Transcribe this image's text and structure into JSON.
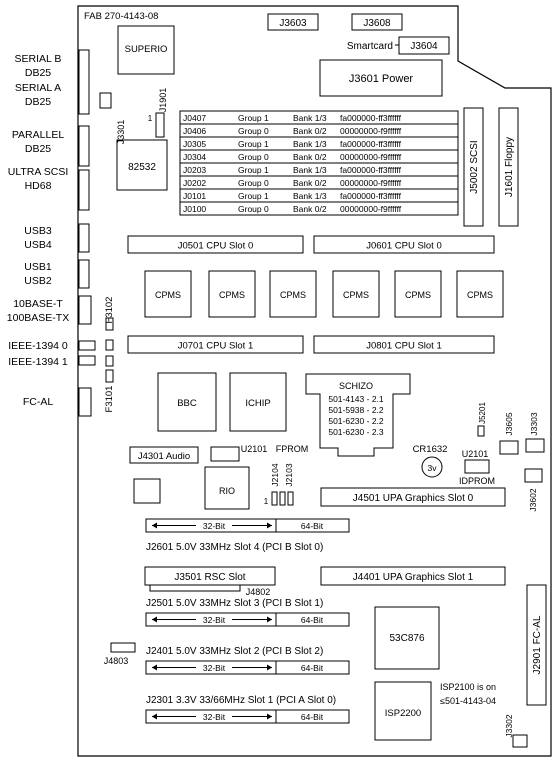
{
  "board": {
    "fab_label": "FAB 270-4143-08"
  },
  "side_labels": [
    {
      "id": "serial-b",
      "lines": [
        "SERIAL B",
        "DB25"
      ]
    },
    {
      "id": "serial-a",
      "lines": [
        "SERIAL A",
        "DB25"
      ]
    },
    {
      "id": "parallel",
      "lines": [
        "PARALLEL",
        "DB25"
      ]
    },
    {
      "id": "ultra-scsi",
      "lines": [
        "ULTRA SCSI",
        "HD68"
      ]
    },
    {
      "id": "usb34",
      "lines": [
        "USB3",
        "USB4"
      ]
    },
    {
      "id": "usb12",
      "lines": [
        "USB1",
        "USB2"
      ]
    },
    {
      "id": "ethernet",
      "lines": [
        "10BASE-T",
        "100BASE-TX"
      ]
    },
    {
      "id": "ieee0",
      "lines": [
        "IEEE-1394 0"
      ]
    },
    {
      "id": "ieee1",
      "lines": [
        "IEEE-1394 1"
      ]
    },
    {
      "id": "fcal",
      "lines": [
        "FC-AL"
      ]
    }
  ],
  "connectors": {
    "j3603": "J3603",
    "j3608": "J3608",
    "smartcard": "Smartcard",
    "j3604": "J3604",
    "superio": "SUPERIO",
    "j3601": "J3601 Power",
    "j3301": "J3301",
    "j1901": "J1901",
    "j1901_pin": "1",
    "chip_82532": "82532",
    "j5002": "J5002 SCSI",
    "j1601": "J1601 Floppy",
    "f3102": "F3102",
    "f3101": "F3101",
    "bbc": "BBC",
    "ichip": "ICHIP",
    "j4301": "J4301 Audio",
    "u2101_left": "U2101",
    "fprom": "FPROM",
    "rio": "RIO",
    "j2104": "J2104",
    "j2103": "J2103",
    "jumper_pin": "1",
    "cr1632": "CR1632",
    "battery": "3v",
    "j5201": "J5201",
    "u2101_right": "U2101",
    "idprom": "IDPROM",
    "j3605": "J3605",
    "j3303": "J3303",
    "j3602": "J3602",
    "j4802": "J4802",
    "j4803": "J4803",
    "chip_53c876": "53C876",
    "isp2200": "ISP2200",
    "isp_note": [
      "ISP2100 is on",
      "≤501-4143-04"
    ],
    "j2901": "J2901 FC-AL",
    "j3302": "J3302"
  },
  "schizo": {
    "title": "SCHIZO",
    "parts": [
      "501-4143 - 2.1",
      "501-5938 - 2.2",
      "501-6230 - 2.2",
      "501-6230 - 2.3"
    ]
  },
  "memory_table": [
    {
      "slot": "J0407",
      "group": "Group 1",
      "bank": "Bank 1/3",
      "range": "fa000000-ff3ffffff"
    },
    {
      "slot": "J0406",
      "group": "Group 0",
      "bank": "Bank 0/2",
      "range": "00000000-f9ffffff"
    },
    {
      "slot": "J0305",
      "group": "Group 1",
      "bank": "Bank 1/3",
      "range": "fa000000-ff3ffffff"
    },
    {
      "slot": "J0304",
      "group": "Group 0",
      "bank": "Bank 0/2",
      "range": "00000000-f9ffffff"
    },
    {
      "slot": "J0203",
      "group": "Group 1",
      "bank": "Bank 1/3",
      "range": "fa000000-ff3ffffff"
    },
    {
      "slot": "J0202",
      "group": "Group 0",
      "bank": "Bank 0/2",
      "range": "00000000-f9ffffff"
    },
    {
      "slot": "J0101",
      "group": "Group 1",
      "bank": "Bank 1/3",
      "range": "fa000000-ff3ffffff"
    },
    {
      "slot": "J0100",
      "group": "Group 0",
      "bank": "Bank 0/2",
      "range": "00000000-f9ffffff"
    }
  ],
  "cpu_slots": [
    "J0501 CPU Slot 0",
    "J0601 CPU Slot 0",
    "J0701 CPU Slot 1",
    "J0801 CPU Slot 1"
  ],
  "cpms": [
    "CPMS",
    "CPMS",
    "CPMS",
    "CPMS",
    "CPMS",
    "CPMS"
  ],
  "upa_slots": [
    "J4501 UPA Graphics Slot 0",
    "J4401 UPA Graphics Slot 1"
  ],
  "rsc_slot": "J3501 RSC Slot",
  "pci_slots": [
    {
      "label": "J2601 5.0V 33MHz Slot 4 (PCI B Slot 0)",
      "bit32": "32-Bit",
      "bit64": "64-Bit"
    },
    {
      "label": "J2501 5.0V 33MHz Slot 3 (PCI B Slot 1)",
      "bit32": "32-Bit",
      "bit64": "64-Bit"
    },
    {
      "label": "J2401 5.0V 33MHz Slot 2 (PCI B Slot 2)",
      "bit32": "32-Bit",
      "bit64": "64-Bit"
    },
    {
      "label": "J2301 3.3V 33/66MHz Slot 1 (PCI A Slot 0)",
      "bit32": "32-Bit",
      "bit64": "64-Bit"
    }
  ]
}
